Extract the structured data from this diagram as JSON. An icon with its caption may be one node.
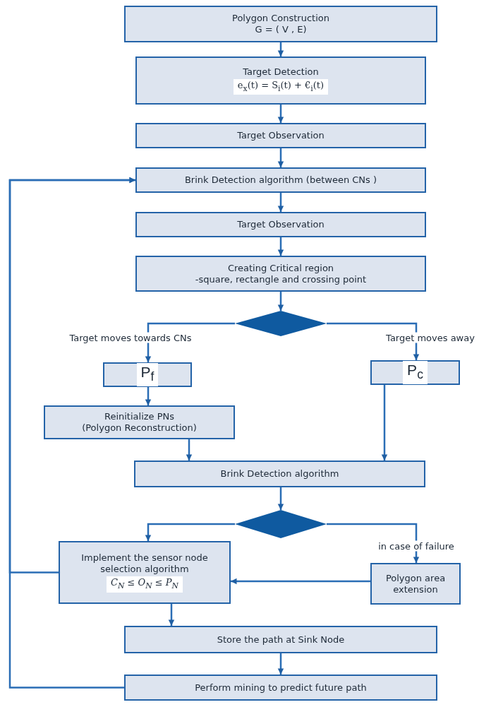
{
  "diagram": {
    "nodes": [
      {
        "text": [
          "Polygon Construction",
          "G = ( V , E)"
        ]
      },
      {
        "text": [
          "Target Detection",
          "e$_{x}$(t) = S$_{i}$(t) + €$_{i}$(t)"
        ]
      },
      {
        "text": [
          "Target Observation"
        ]
      },
      {
        "text": [
          "Brink Detection algorithm  (between CNs )"
        ]
      },
      {
        "text": [
          "Target Observation"
        ]
      },
      {
        "text": [
          "Creating Critical region",
          "-square, rectangle and crossing point"
        ]
      },
      {
        "text": [],
        "shape": "diamond"
      },
      {
        "text": [
          "P$_{f}$"
        ]
      },
      {
        "text": [
          "P$_{c}$"
        ]
      },
      {
        "text": [
          "Reinitialize PNs",
          "(Polygon Reconstruction)"
        ]
      },
      {
        "text": [
          "Brink Detection algorithm"
        ]
      },
      {
        "text": [],
        "shape": "diamond"
      },
      {
        "text": [
          "Implement the sensor node selection algorithm",
          "C$_{N}$ ≤ O$_{N}$ ≤ P$_{N}$"
        ]
      },
      {
        "text": [
          "Polygon area extension"
        ]
      },
      {
        "text": [
          "Store the path at Sink Node"
        ]
      },
      {
        "text": [
          "Perform mining to predict future path"
        ]
      }
    ],
    "edges": [
      {
        "from": 0,
        "to": 1,
        "arrow": "to"
      },
      {
        "from": 1,
        "to": 2,
        "arrow": "to"
      },
      {
        "from": 2,
        "to": 3,
        "arrow": "to"
      },
      {
        "from": 3,
        "to": 4,
        "arrow": "to"
      },
      {
        "from": 4,
        "to": 5,
        "arrow": "to"
      },
      {
        "from": 5,
        "to": 6,
        "arrow": "to"
      },
      {
        "from": 6,
        "to": 7,
        "arrow": "to",
        "label": "Target moves towards CNs"
      },
      {
        "from": 6,
        "to": 8,
        "arrow": "to",
        "label": "Target moves away"
      },
      {
        "from": 7,
        "to": 9,
        "arrow": "to"
      },
      {
        "from": 9,
        "to": 10,
        "arrow": "to"
      },
      {
        "from": 8,
        "to": 10,
        "arrow": "to"
      },
      {
        "from": 10,
        "to": 11,
        "arrow": "to"
      },
      {
        "from": 11,
        "to": 12,
        "arrow": "to"
      },
      {
        "from": 11,
        "to": 13,
        "arrow": "to",
        "label": "in case of failure"
      },
      {
        "from": 13,
        "to": 12,
        "arrow": "to"
      },
      {
        "from": 12,
        "to": 14,
        "arrow": "to"
      },
      {
        "from": 14,
        "to": 15,
        "arrow": "to"
      },
      {
        "from": 15,
        "to": 3,
        "arrow": "to"
      },
      {
        "from": 12,
        "to": 3,
        "arrow": "to"
      }
    ]
  }
}
